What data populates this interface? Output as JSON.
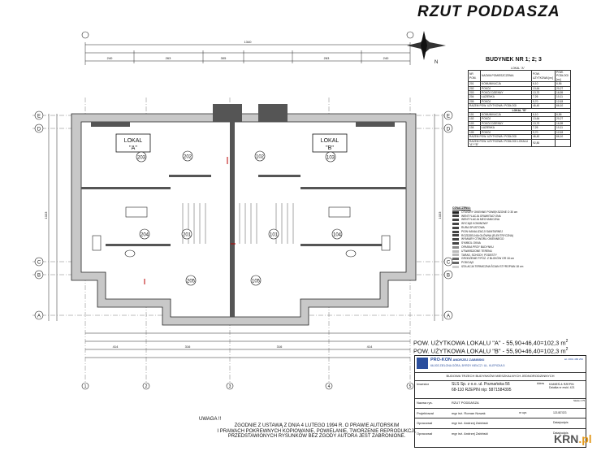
{
  "title": "RZUT  PODDASZA",
  "building": {
    "header": "BUDYNEK NR 1; 2; 3",
    "lokal_a_tag": "LOKAL \"A\"",
    "lokal_b_tag": "LOKAL \"B\"",
    "col_headers": [
      "NR POM.",
      "NAZWA POMIESZCZENIA",
      "POW. UŻYTKOWA [m²]",
      "POW. PODŁOGI [m²]"
    ],
    "rows_a": [
      [
        "201",
        "KOMUNIKACJA",
        "6,10",
        "6,56"
      ],
      [
        "202",
        "POKÓJ",
        "13,64",
        "20,27"
      ],
      [
        "203",
        "POKÓJ DZIENNY",
        "13,70",
        "16,59"
      ],
      [
        "204",
        "ŁAZIENKA",
        "7,26",
        "10,11"
      ],
      [
        "205",
        "POKÓJ",
        "9,70",
        "12,63"
      ]
    ],
    "total_a_label": "RAZEM POW. UŻYTKOWA / PODŁOGI",
    "total_a": [
      "46,40",
      "66,10"
    ],
    "rows_b": [
      [
        "101",
        "KOMUNIKACJA",
        "6,10",
        "6,56"
      ],
      [
        "102",
        "POKÓJ",
        "13,64",
        "20,27"
      ],
      [
        "103",
        "POKÓJ DZIENNY",
        "13,70",
        "16,59"
      ],
      [
        "104",
        "ŁAZIENKA",
        "7,26",
        "10,11"
      ],
      [
        "105",
        "POKÓJ",
        "9,70",
        "12,63"
      ]
    ],
    "total_b": [
      "46,40",
      "66,10"
    ],
    "grand_label": "RAZEM POW. UŻYTKOWA / PODŁOGI LOKALU \"A\"+\"B\"",
    "grand": [
      "92,80"
    ]
  },
  "legend": {
    "title": "OZNACZENIA:",
    "items": [
      {
        "label": "OTWÓRY OKIENNE POWIĘKSZONE O 30 cm",
        "color": "#222222"
      },
      {
        "label": "WENTYLACJA GRAWITACYJNA",
        "color": "#444444"
      },
      {
        "label": "WENTYLACJA MECHANICZNA",
        "color": "#444444"
      },
      {
        "label": "WYCIĄG KOMINOWY",
        "color": "#444444"
      },
      {
        "label": "RURA SPUSTOWA",
        "color": "#444444"
      },
      {
        "label": "PION KANALIZACJI SANITARNEJ",
        "color": "#444444"
      },
      {
        "label": "ROZDZIELNIA GŁÓWNA (ELEKTRYCZNA)",
        "color": "#444444"
      },
      {
        "label": "WYMIARY OTWORU OKIENNEGO",
        "color": "#444444"
      },
      {
        "label": "SYMBOL OKNA",
        "color": "#444444"
      },
      {
        "label": "OPASKA PRZY BUDYNKU",
        "color": "#8a8a8a"
      },
      {
        "label": "UTWARDZONE TERENU",
        "color": "#bbbbbb"
      },
      {
        "label": "TARAS, SCHODY, PODESTY",
        "color": "#bbbbbb"
      },
      {
        "label": "GRODZENIE P.POŻ. Z BLOKÓW GR 18 cm",
        "color": "#666666"
      },
      {
        "label": "PODCIĄG",
        "color": "#666666"
      },
      {
        "label": "IZOLACJA TERMICZNA ŚCIAN STYROPIAN 18 cm",
        "color": "#cfcfcf"
      }
    ]
  },
  "pow_a": "POW. UŻYTKOWA LOKALU \"A\" - 55,90+46,40=102,3 m",
  "pow_b": "POW. UŻYTKOWA LOKALU \"B\" - 55,90+46,40=102,3 m",
  "sup2": "2",
  "title_block": {
    "firm": "PRO-KON",
    "firm_name": "ANDRZEJ ZABIŃSKI",
    "firm_sub": "66-003 ZIELONA GÓRA, BYRDY KIEŁCZ / UL. KLEPICKA 5",
    "contact": "tel. 0601 486 252",
    "project": "BUDOWA TRZECH BUDYNKÓW MIESZKALNYCH JEDNORODZINNYCH",
    "investor_label": "Inwestor",
    "investor_line1": "SLS Sp. z o.o. ul. Poznańska 56",
    "investor_line2": "68-110 RZEPIN  nip: 5871584395",
    "address_label": "Adres",
    "address_value": "KAMIEŃ & RZEPIN  Działka nr ewid. 421",
    "drawing_label": "Nazwa rys.",
    "drawing_name": "RZUT  PODDASZA",
    "designer_label": "Projektował",
    "designer_name": "mgr inż. Roman Nowak",
    "designer_num": "nr upr.",
    "designer_num_v": "121/87/ZG",
    "check1_label": "Opracował",
    "check1_name": "mgr inż. Andrzej Zabiński",
    "check2_label": "Opracował",
    "check2_name": "mgr inż. Andrzej Zabiński",
    "sign_label": "Data/podpis",
    "sheet": "Skala 1:75"
  },
  "uwaga": "UWAGA !!",
  "note_lines": [
    "ZGODNIE Z USTAWĄ  Z DNIA 4 LUTEGO 1994 R.  O PRAWIE AUTORSKIM",
    "I PRAWACH POKREWNYCH KOPIOWANIE, POWIELANIE, TWORZENIE REPRODUKCJI,",
    "PRZEDSTAWIONYCH RYSUNKÓW BEZ ZGODY AUTORA JEST ZABRONIONE."
  ],
  "plan_labels": {
    "lokal_a": "LOKAL",
    "lokal_a_letter": "\"A\"",
    "lokal_b": "LOKAL",
    "lokal_b_letter": "\"B\"",
    "rooms": [
      "203",
      "202",
      "102",
      "103",
      "201",
      "101",
      "204",
      "104",
      "205",
      "105"
    ],
    "axes_left": [
      "E",
      "D",
      "C",
      "B",
      "A"
    ],
    "axes_right": [
      "E",
      "D",
      "C",
      "B",
      "A"
    ],
    "axes_bottom": [
      "1",
      "2",
      "3",
      "4",
      "5"
    ],
    "dims_top": [
      "240",
      "263",
      "305",
      "263",
      "240"
    ],
    "dims_bottom": [
      "414",
      "316",
      "316",
      "414"
    ],
    "dim_total": "1340",
    "side_dim": "1033"
  },
  "watermark": "KRN",
  "watermark_tld": ".pl"
}
